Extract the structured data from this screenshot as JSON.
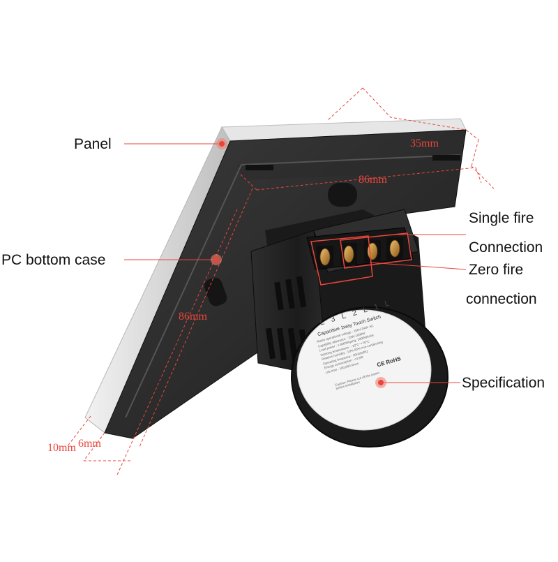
{
  "callouts": {
    "panel": "Panel",
    "pc_bottom_case": "PC bottom case",
    "single_fire": "Single fire",
    "single_fire_2": "Connection",
    "zero_fire": "Zero fire",
    "zero_fire_2": "connection",
    "specification": "Specification"
  },
  "dimensions": {
    "depth": "35mm",
    "width": "86mm",
    "height": "86mm",
    "thickness_a": "10mm",
    "thickness_b": "6mm"
  },
  "sticker": {
    "terminals": [
      "L3",
      "L2",
      "L1",
      "L"
    ],
    "title": "Capacitive 1way Touch Switch",
    "spec_lines": [
      "Rated operational voltage : 100V-240V AC",
      "Capability allowance : 10W-1000W",
      "Load power : 1-800W/gang, 1000W/total",
      "Working temperature : -10°C~+70°C",
      "Relative humidity : 10%-95% non-condensing",
      "Operating frequency : 50Hz/60Hz",
      "Energy consumption : <0.9W",
      "Life time : 100,000 times"
    ],
    "marks": "CE RoHS",
    "caution": "Caution: Please cut off the power before installation"
  },
  "colors": {
    "accent": "#e8463c",
    "case": "#2a2a2a",
    "panel_edge": "#d9d9d9",
    "terminal": "#c9903a"
  }
}
